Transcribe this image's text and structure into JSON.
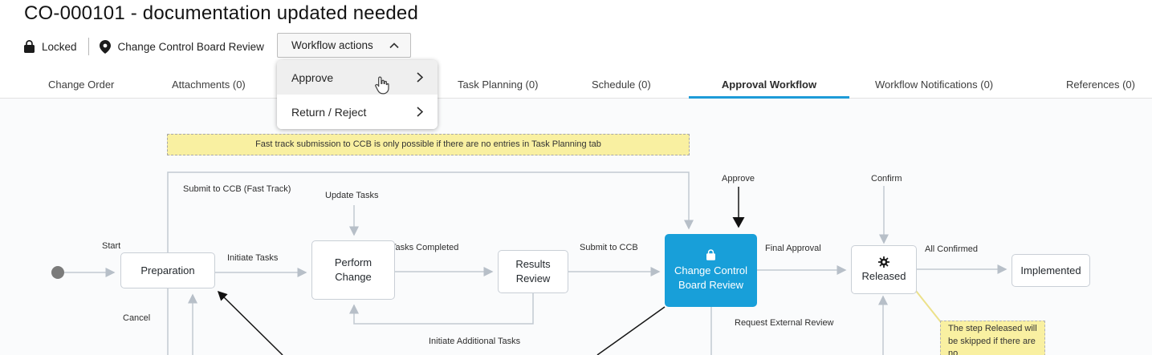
{
  "header": {
    "title": "CO-000101 - documentation updated needed",
    "locked_label": "Locked",
    "location_label": "Change Control Board Review",
    "workflow_actions_label": "Workflow actions"
  },
  "menu": {
    "items": [
      {
        "label": "Approve"
      },
      {
        "label": "Return / Reject"
      }
    ]
  },
  "tabs": [
    {
      "label": "Change Order"
    },
    {
      "label": "Attachments (0)"
    },
    {
      "label": "Task Planning (0)"
    },
    {
      "label": "Schedule (0)"
    },
    {
      "label": "Approval Workflow"
    },
    {
      "label": "Workflow Notifications (0)"
    },
    {
      "label": "References (0)"
    }
  ],
  "banner": {
    "text": "Fast track submission to CCB is only possible if there are no entries in Task Planning tab"
  },
  "diagram": {
    "nodes": {
      "start": {
        "label": "Start"
      },
      "preparation": {
        "label": "Preparation"
      },
      "perform_change": {
        "label": "Perform Change"
      },
      "results_review": {
        "label": "Results Review"
      },
      "ccb": {
        "label": "Change Control Board Review"
      },
      "released": {
        "label": "Released"
      },
      "implemented": {
        "label": "Implemented"
      }
    },
    "edges": {
      "initiate_tasks": "Initiate Tasks",
      "update_tasks": "Update Tasks",
      "tasks_completed": "Tasks Completed",
      "submit_ccb": "Submit to CCB",
      "submit_ccb_fast": "Submit to CCB (Fast Track)",
      "final_approval": "Final Approval",
      "all_confirmed": "All Confirmed",
      "approve": "Approve",
      "confirm": "Confirm",
      "cancel": "Cancel",
      "initiate_additional_tasks": "Initiate Additional Tasks",
      "request_external_review": "Request External Review"
    },
    "note": {
      "text": "The step Released will be skipped if there are no"
    }
  },
  "colors": {
    "accent_blue": "#189fd9",
    "tab_underline": "#1d9bd8",
    "note_yellow": "#f9f0a1"
  }
}
